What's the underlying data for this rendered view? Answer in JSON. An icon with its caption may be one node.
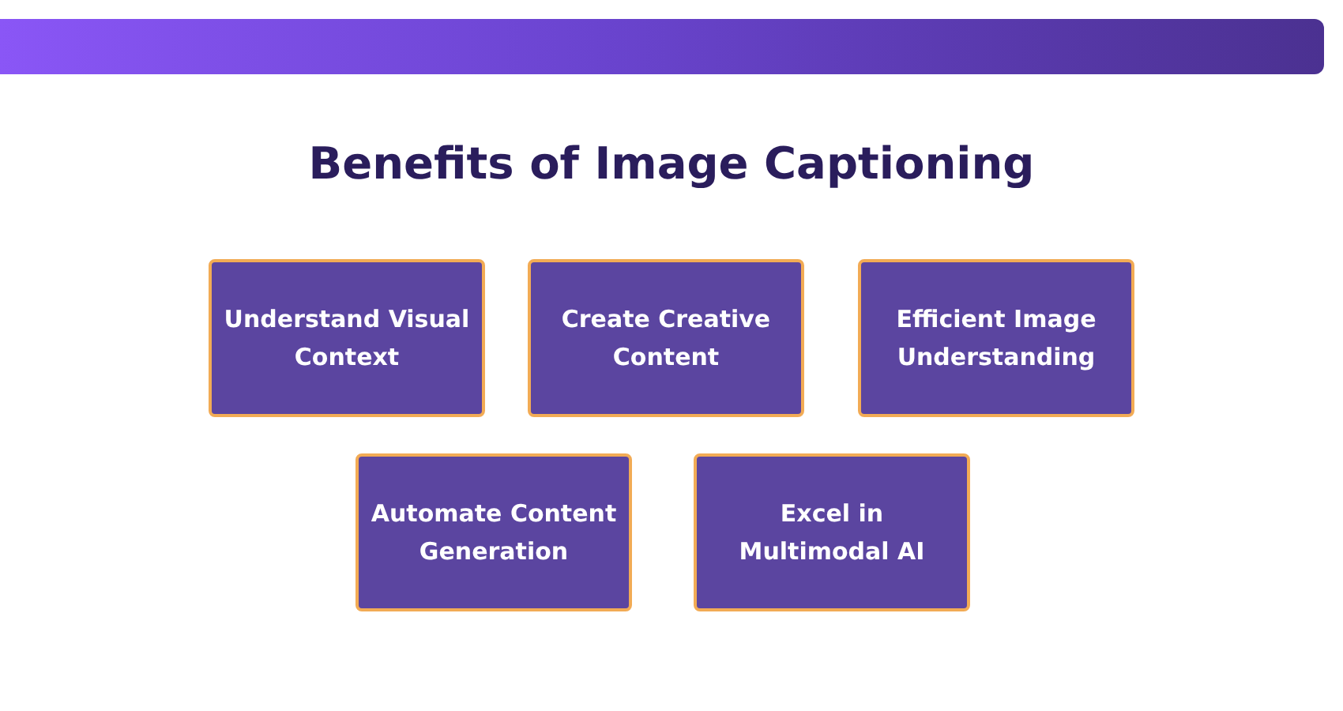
{
  "diagram": {
    "title": "Benefits of Image Captioning",
    "nodes": [
      {
        "text": [
          "Understand Visual Context"
        ]
      },
      {
        "text": [
          "Create Creative Content"
        ]
      },
      {
        "text": [
          "Efficient Image Understanding"
        ]
      },
      {
        "text": [
          "Automate Content Generation"
        ]
      },
      {
        "text": [
          "Excel in Multimodal AI"
        ]
      }
    ],
    "edges": []
  }
}
